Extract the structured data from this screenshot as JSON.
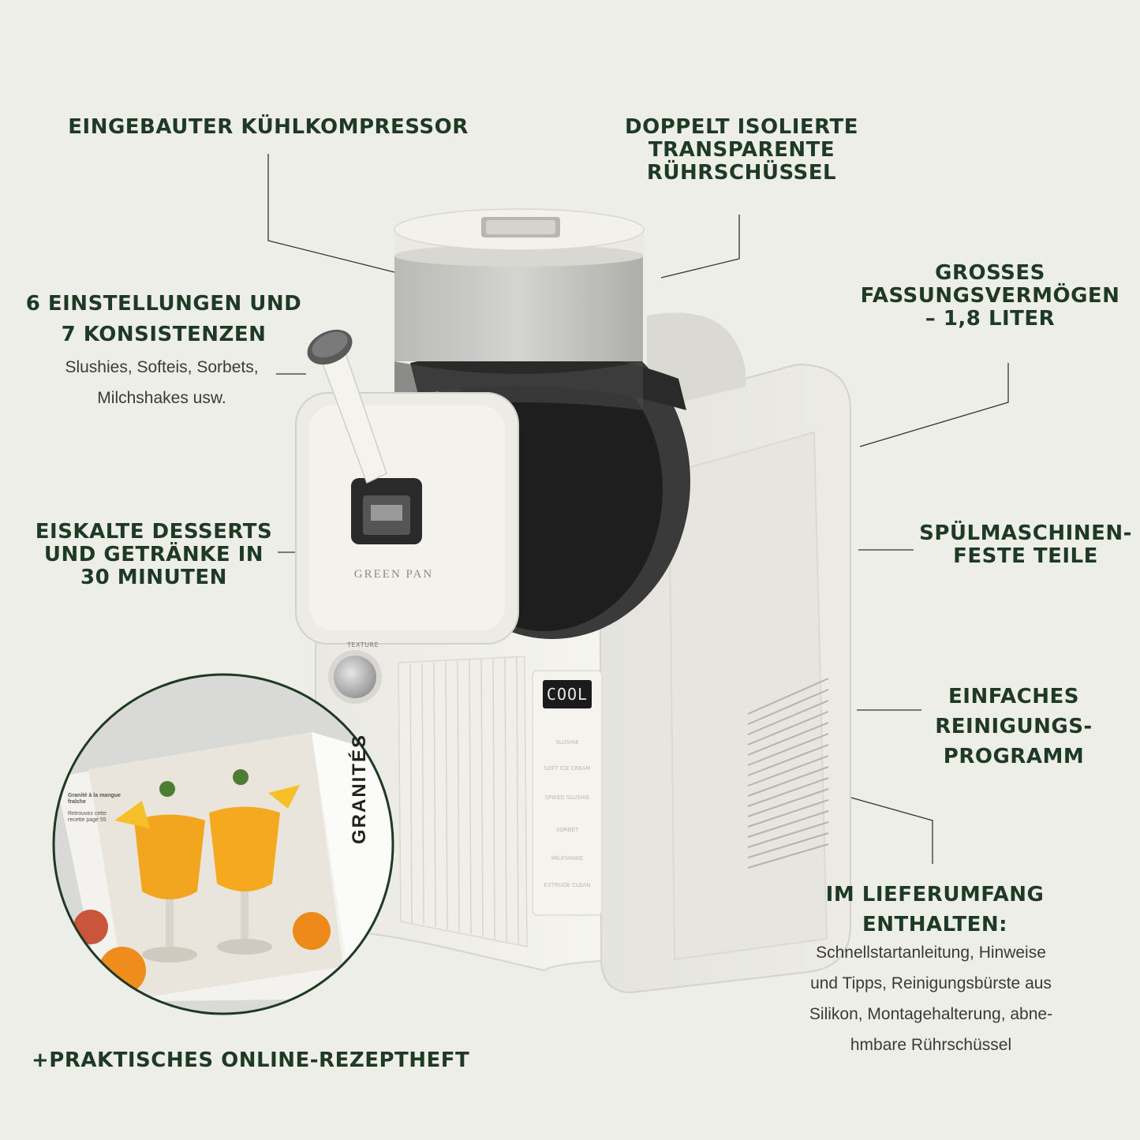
{
  "callouts": {
    "compressor": "EINGEBAUTER KÜHLKOMPRESSOR",
    "bowl_line1": "DOPPELT ISOLIERTE",
    "bowl_line2": "TRANSPARENTE",
    "bowl_line3": "RÜHRSCHÜSSEL",
    "settings_line1": "6 EINSTELLUNGEN UND",
    "settings_line2": "7 KONSISTENZEN",
    "settings_sub1": "Slushies, Softeis, Sorbets,",
    "settings_sub2": "Milchshakes usw.",
    "capacity_line1": "GROSSES",
    "capacity_line2": "FASSUNGSVERMÖGEN",
    "capacity_line3": "– 1,8 LITER",
    "desserts_line1": "EISKALTE DESSERTS",
    "desserts_line2": "UND GETRÄNKE IN",
    "desserts_line3": "30 MINUTEN",
    "dishwasher_line1": "SPÜLMASCHINEN-",
    "dishwasher_line2": "FESTE TEILE",
    "cleaning_line1": "EINFACHES",
    "cleaning_line2": "REINIGUNGS-",
    "cleaning_line3": "PROGRAMM",
    "included_line1": "IM LIEFERUMFANG",
    "included_line2": "ENTHALTEN:",
    "included_sub1": "Schnellstartanleitung, Hinweise",
    "included_sub2": "und Tipps, Reinigungsbürste aus",
    "included_sub3": "Silikon, Montagehalterung, abne-",
    "included_sub4": "hmbare Rührschüssel",
    "recipe": "+PRAKTISCHES ONLINE-REZEPTHEFT"
  },
  "machine": {
    "display": "COOL",
    "brand": "GREEN PAN",
    "knob_label": "TEXTURE",
    "buttons": [
      "SLUSHIE",
      "SOFT ICE CREAM",
      "SPIKED SLUSHIE",
      "SORBET",
      "MILKSHAKE",
      "EXTRUDE CLEAN"
    ]
  },
  "book": {
    "title": "GRANITÉS",
    "recipe_name": "Granité à la mangue fraîche",
    "recipe_ref": "Retrouvez cette recette page 55"
  },
  "colors": {
    "background": "#eeeee8",
    "text_green": "#1f3a24",
    "machine_body": "#f2f1ec",
    "juice": "#f2a51e"
  }
}
